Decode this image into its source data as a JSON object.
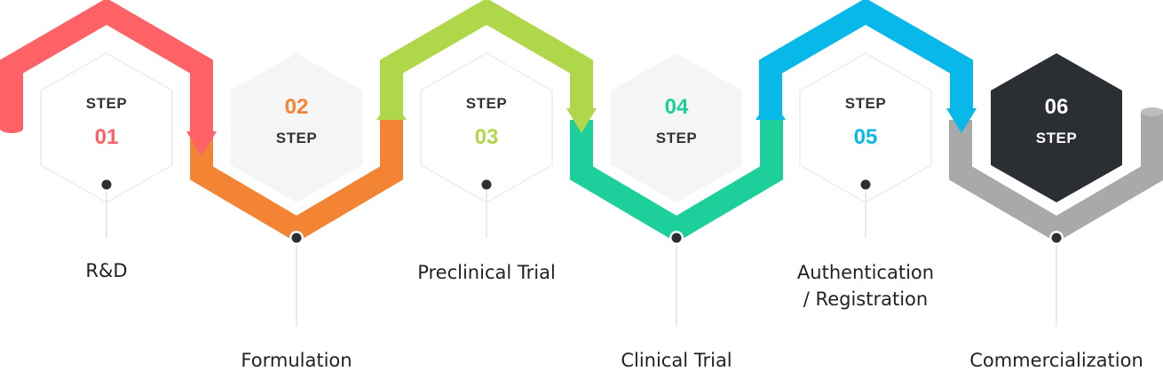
{
  "colors": {
    "step1": "#ff6266",
    "step2": "#f38434",
    "step3": "#b0d74a",
    "step4": "#1dcf9b",
    "step5": "#07b8e8",
    "step6": "#2b2f33",
    "commercial_arrow": "#a9a9a9",
    "text": "#222222"
  },
  "steps": [
    {
      "step_word": "STEP",
      "number": "01",
      "label": "R&D"
    },
    {
      "step_word": "STEP",
      "number": "02",
      "label": "Formulation"
    },
    {
      "step_word": "STEP",
      "number": "03",
      "label": "Preclinical Trial"
    },
    {
      "step_word": "STEP",
      "number": "04",
      "label": "Clinical Trial"
    },
    {
      "step_word": "STEP",
      "number": "05",
      "label": "Authentication",
      "label_line2": "/ Registration"
    },
    {
      "step_word": "STEP",
      "number": "06",
      "label": "Commercialization"
    }
  ]
}
